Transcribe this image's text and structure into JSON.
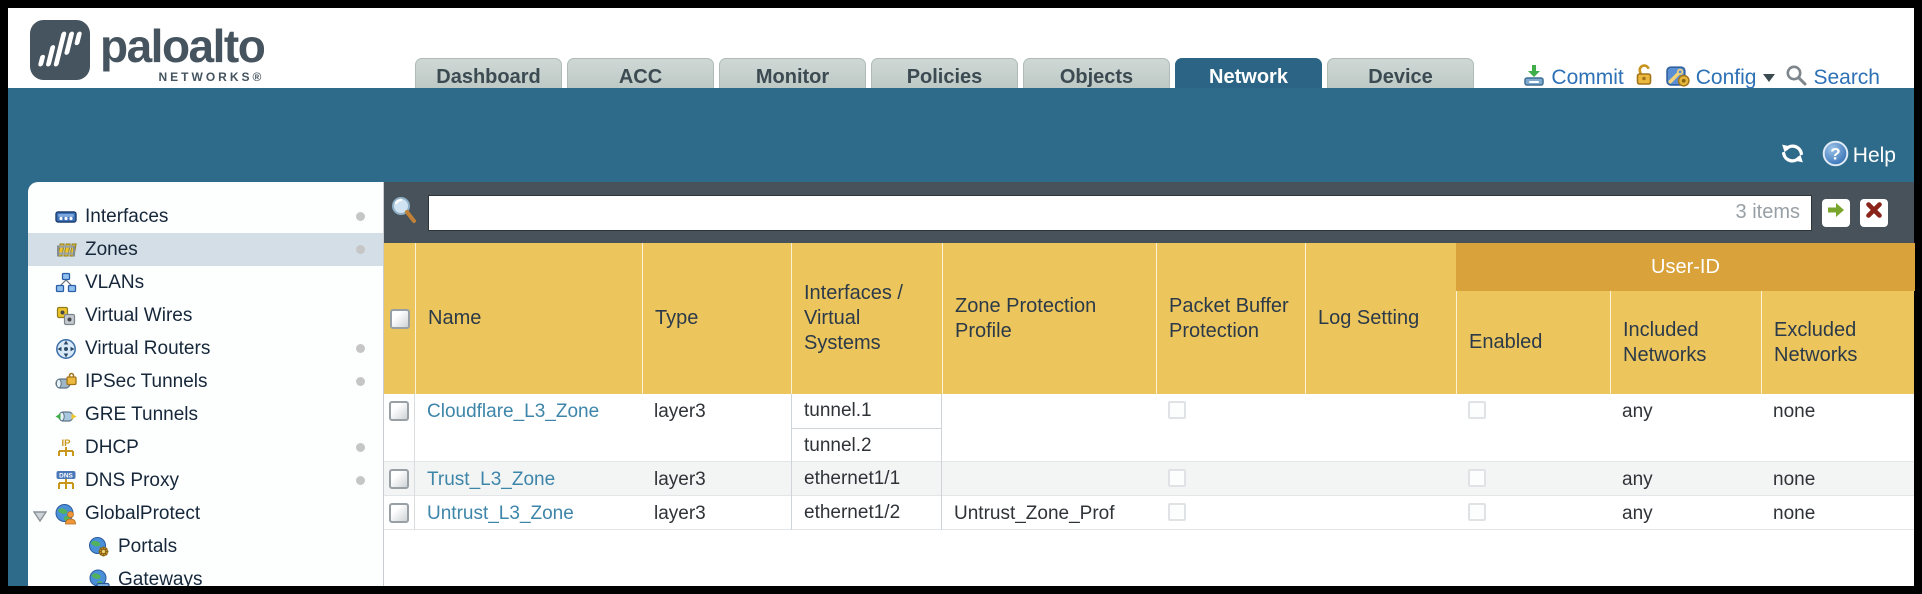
{
  "logo": {
    "text": "paloalto",
    "subtext": "NETWORKS®"
  },
  "tabs": [
    {
      "label": "Dashboard",
      "active": false
    },
    {
      "label": "ACC",
      "active": false
    },
    {
      "label": "Monitor",
      "active": false
    },
    {
      "label": "Policies",
      "active": false
    },
    {
      "label": "Objects",
      "active": false
    },
    {
      "label": "Network",
      "active": true
    },
    {
      "label": "Device",
      "active": false
    }
  ],
  "header_actions": {
    "commit_label": "Commit",
    "config_label": "Config",
    "search_label": "Search"
  },
  "toolbar": {
    "help_label": "Help"
  },
  "sidebar": {
    "items": [
      {
        "label": "Interfaces",
        "icon": "interfaces-icon",
        "dot": true,
        "selected": false
      },
      {
        "label": "Zones",
        "icon": "zones-icon",
        "dot": true,
        "selected": true
      },
      {
        "label": "VLANs",
        "icon": "vlans-icon",
        "dot": false,
        "selected": false
      },
      {
        "label": "Virtual Wires",
        "icon": "virtual-wires-icon",
        "dot": false,
        "selected": false
      },
      {
        "label": "Virtual Routers",
        "icon": "virtual-routers-icon",
        "dot": true,
        "selected": false
      },
      {
        "label": "IPSec Tunnels",
        "icon": "ipsec-tunnels-icon",
        "dot": true,
        "selected": false
      },
      {
        "label": "GRE Tunnels",
        "icon": "gre-tunnels-icon",
        "dot": false,
        "selected": false
      },
      {
        "label": "DHCP",
        "icon": "dhcp-icon",
        "dot": true,
        "selected": false
      },
      {
        "label": "DNS Proxy",
        "icon": "dns-proxy-icon",
        "dot": true,
        "selected": false
      },
      {
        "label": "GlobalProtect",
        "icon": "globalprotect-icon",
        "dot": false,
        "selected": false,
        "expanded": true
      },
      {
        "label": "Portals",
        "icon": "portals-icon",
        "dot": false,
        "selected": false,
        "child": true
      },
      {
        "label": "Gateways",
        "icon": "gateways-icon",
        "dot": false,
        "selected": false,
        "child": true
      }
    ]
  },
  "filter": {
    "value": "",
    "items_count": "3 items"
  },
  "table": {
    "group_header": "User-ID",
    "columns": [
      "Name",
      "Type",
      "Interfaces / Virtual Systems",
      "Zone Protection Profile",
      "Packet Buffer Protection",
      "Log Setting",
      "Enabled",
      "Included Networks",
      "Excluded Networks"
    ],
    "rows": [
      {
        "name": "Cloudflare_L3_Zone",
        "type": "layer3",
        "interfaces": [
          "tunnel.1",
          "tunnel.2"
        ],
        "zone_protection_profile": "",
        "packet_buffer_protection": false,
        "log_setting": "",
        "user_id_enabled": false,
        "included_networks": "any",
        "excluded_networks": "none"
      },
      {
        "name": "Trust_L3_Zone",
        "type": "layer3",
        "interfaces": [
          "ethernet1/1"
        ],
        "zone_protection_profile": "",
        "packet_buffer_protection": false,
        "log_setting": "",
        "user_id_enabled": false,
        "included_networks": "any",
        "excluded_networks": "none"
      },
      {
        "name": "Untrust_L3_Zone",
        "type": "layer3",
        "interfaces": [
          "ethernet1/2"
        ],
        "zone_protection_profile": "Untrust_Zone_Prof",
        "packet_buffer_protection": false,
        "log_setting": "",
        "user_id_enabled": false,
        "included_networks": "any",
        "excluded_networks": "none"
      }
    ]
  },
  "colors": {
    "teal_band": "#2e6a89",
    "slate_filter_bar": "#47525a",
    "header_gold": "#edc55d",
    "user_id_gold": "#d9a23b",
    "link_blue": "#3d85a9",
    "action_blue": "#2e71b5",
    "selected_sidebar": "#d3dee6"
  }
}
